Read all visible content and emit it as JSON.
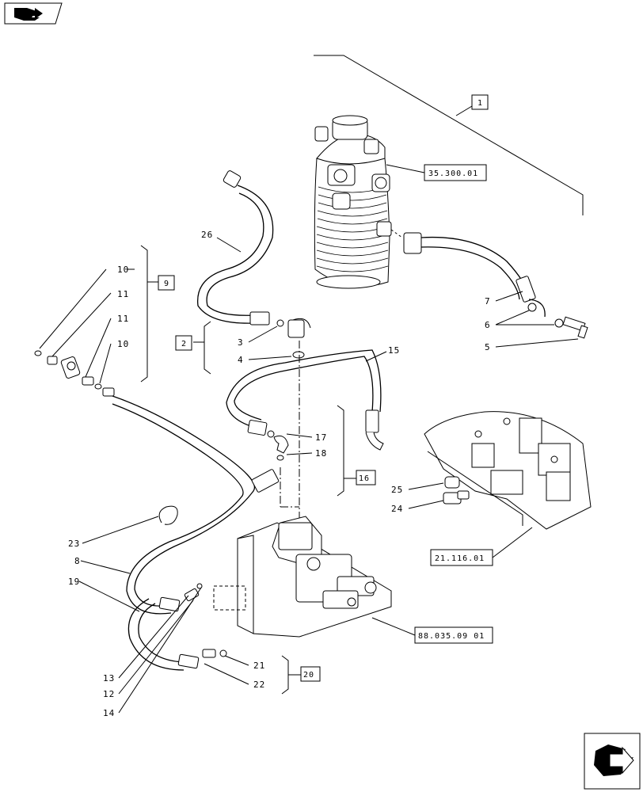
{
  "nav": {
    "prev_icon": "book-arrow-icon",
    "next_icon": "next-page-arrow-icon"
  },
  "callouts": {
    "c1": "1",
    "c2": "2",
    "c3": "3",
    "c4": "4",
    "c5": "5",
    "c6": "6",
    "c7": "7",
    "c8": "8",
    "c9": "9",
    "c10a": "10",
    "c10b": "10",
    "c11a": "11",
    "c11b": "11",
    "c12": "12",
    "c13": "13",
    "c14": "14",
    "c15": "15",
    "c16": "16",
    "c17": "17",
    "c18": "18",
    "c19": "19",
    "c20": "20",
    "c21": "21",
    "c22": "22",
    "c23": "23",
    "c24": "24",
    "c25": "25",
    "c26": "26"
  },
  "references": {
    "r1": "35.300.01",
    "r2": "21.116.01",
    "r3": "88.035.09 01"
  },
  "colors": {
    "ink": "#000000",
    "paper": "#ffffff"
  }
}
